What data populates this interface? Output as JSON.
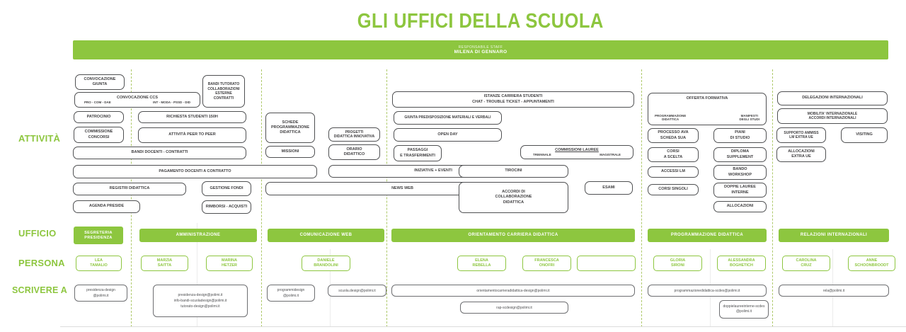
{
  "title": "GLI UFFICI DELLA SCUOLA",
  "banner": {
    "role": "RESPONSABILE STAFF",
    "name": "MILENA DI GENNARO"
  },
  "row_labels": {
    "attivita": "ATTIVITÀ",
    "ufficio": "UFFICIO",
    "persona": "PERSONA",
    "scrivere": "SCRIVERE A"
  },
  "colors": {
    "green": "#8dc63f",
    "box_border": "#4f5052"
  },
  "activities": {
    "convocazione_giunta": "CONVOCAZIONE\nGIUNTA",
    "ccs": {
      "main": "CONVOCAZIONE CCS",
      "left": "PRO - COM - DAE",
      "right": "INT - MODA - PSSD - DID"
    },
    "patrocinio": "PATROCINIO",
    "commissione_concorsi": "COMMISSIONE\nCONCORSI",
    "bandi_tutorato": "BANDI TUTORATO\nCOLLABORAZIONI\nESTERNE\nCONTRATTI",
    "richiesta_studenti": "RICHIESTA STUDENTI 150H",
    "attivita_peer": "ATTIVITÀ PEER TO PEER",
    "bandi_docenti": "BANDI DOCENTI - CONTRATTI",
    "pagamento_docenti": "PAGAMENTO DOCENTI A CONTRATTO",
    "registri_didattica": "REGISTRI DIDATTICA",
    "agenda_preside": "AGENDA PRESIDE",
    "gestione_fondi": "GESTIONE FONDI",
    "rimborsi_acquisti": "RIMBORSI - ACQUISTI",
    "schede_programmazione": "SCHEDE\nPROGRAMMAZIONE\nDIDATTICA",
    "missioni": "MISSIONI",
    "progetti_innovativa": "PROGETTI\nDIDATTICA INNOVATIVA",
    "orario_didattico": "ORARIO\nDIDATTICO",
    "iniziative_eventi": "INIZIATIVE + EVENTI",
    "news_web": "NEWS WEB",
    "istanze_carriera": "ISTANZE CARRIERA STUDENTI\nCHAT - TROUBLE TICKET - APPUNTAMENTI",
    "giunta_predisposizione": "GIUNTA PREDISPOSIZIONE MATERIALI E VERBALI",
    "openday": "OPEN DAY",
    "passaggi": "PASSAGGI\nE TRASFERIMENTI",
    "lauree": {
      "main": "COMMISSIONI LAUREE",
      "left": "TRIENNALE",
      "right": "MAGISTRALE"
    },
    "tirocini": "TIROCINI",
    "accordi_collaborazione": "ACCORDI DI\nCOLLABORAZIONE\nDIDATTICA",
    "esami": "ESAMI",
    "offerta": {
      "main": "OFFERTA FORMATIVA",
      "left": "PROGRAMMAZIONE\nDIDATTICA",
      "right": "MANIFESTI\nDEGLI STUDI"
    },
    "processo_ava": "PROCESSO AVA\nSCHEDA SUA",
    "piani_studio": "PIANI\nDI STUDIO",
    "corsi_scelta": "CORSI\nA SCELTA",
    "diploma_supplement": "DIPLOMA\nSUPPLEMENT",
    "accessi_lm": "ACCESSI LM",
    "bando_workshop": "BANDO\nWORKSHOP",
    "corsi_singoli": "CORSI SINGOLI",
    "doppie_lauree": "DOPPIE LAUREE\nINTERNE",
    "allocazioni": "ALLOCAZIONI",
    "delegazioni": "DELEGAZIONI INTERNAZIONALI",
    "mobilita": "MOBILITA' INTERNAZIONALE\nACCORDI INTERNAZIONALI",
    "supporto_ammiss": "SUPPORTO AMMISS\nLM EXTRA UE",
    "visiting": "VISITING",
    "allocazioni_extra": "ALLOCAZIONI\nEXTRA UE"
  },
  "offices": {
    "segreteria": "SEGRETERIA\nPRESIDENZA",
    "amministrazione": "AMMINISTRAZIONE",
    "comunicazione": "COMUNICAZIONE WEB",
    "orientamento": "ORIENTAMENTO CARRIERA DIDATTICA",
    "programmazione": "PROGRAMMAZIONE DIDATTICA",
    "relazioni": "RELAZIONI INTERNAZIONALI"
  },
  "persons": {
    "lea": "LEA\nTAMALIO",
    "marzia": "MARZIA\nSAITTA",
    "marina": "MARINA\nHETZER",
    "daniele": "DANIELE\nBRANDOLINI",
    "elena": "ELENA\nREBELLA",
    "francesca": "FRANCESCA\nONOFRI",
    "gloria": "GLORIA\nSIRONI",
    "alessandra": "ALESSANDRA\nBOGHETICH",
    "carolina": "CAROLINA\nCRUZ",
    "anne": "ANNE\nSCHOONBROODT"
  },
  "emails": {
    "presidenza": "presidenza-design\n@polimi.it",
    "amministrazione": "presidenza-design@polimi.it\ninfo-bandi-scuoladesign@polimi.it\ntutorato-design@polimi.it",
    "programmi": "programmidesign\n@polimi.it",
    "scuola": "scuola.design@polimi.it",
    "orientamento": "orientamentocarrieradidattica-design@polimi.it",
    "rap": "rap-scdesign@polimi.it",
    "programmazione": "programmazionedidattica-scdes@polimi.it",
    "doppie": "doppielaureeinterne-scdes\n@polimi.it",
    "relazioni": "rela@polimi.it"
  }
}
